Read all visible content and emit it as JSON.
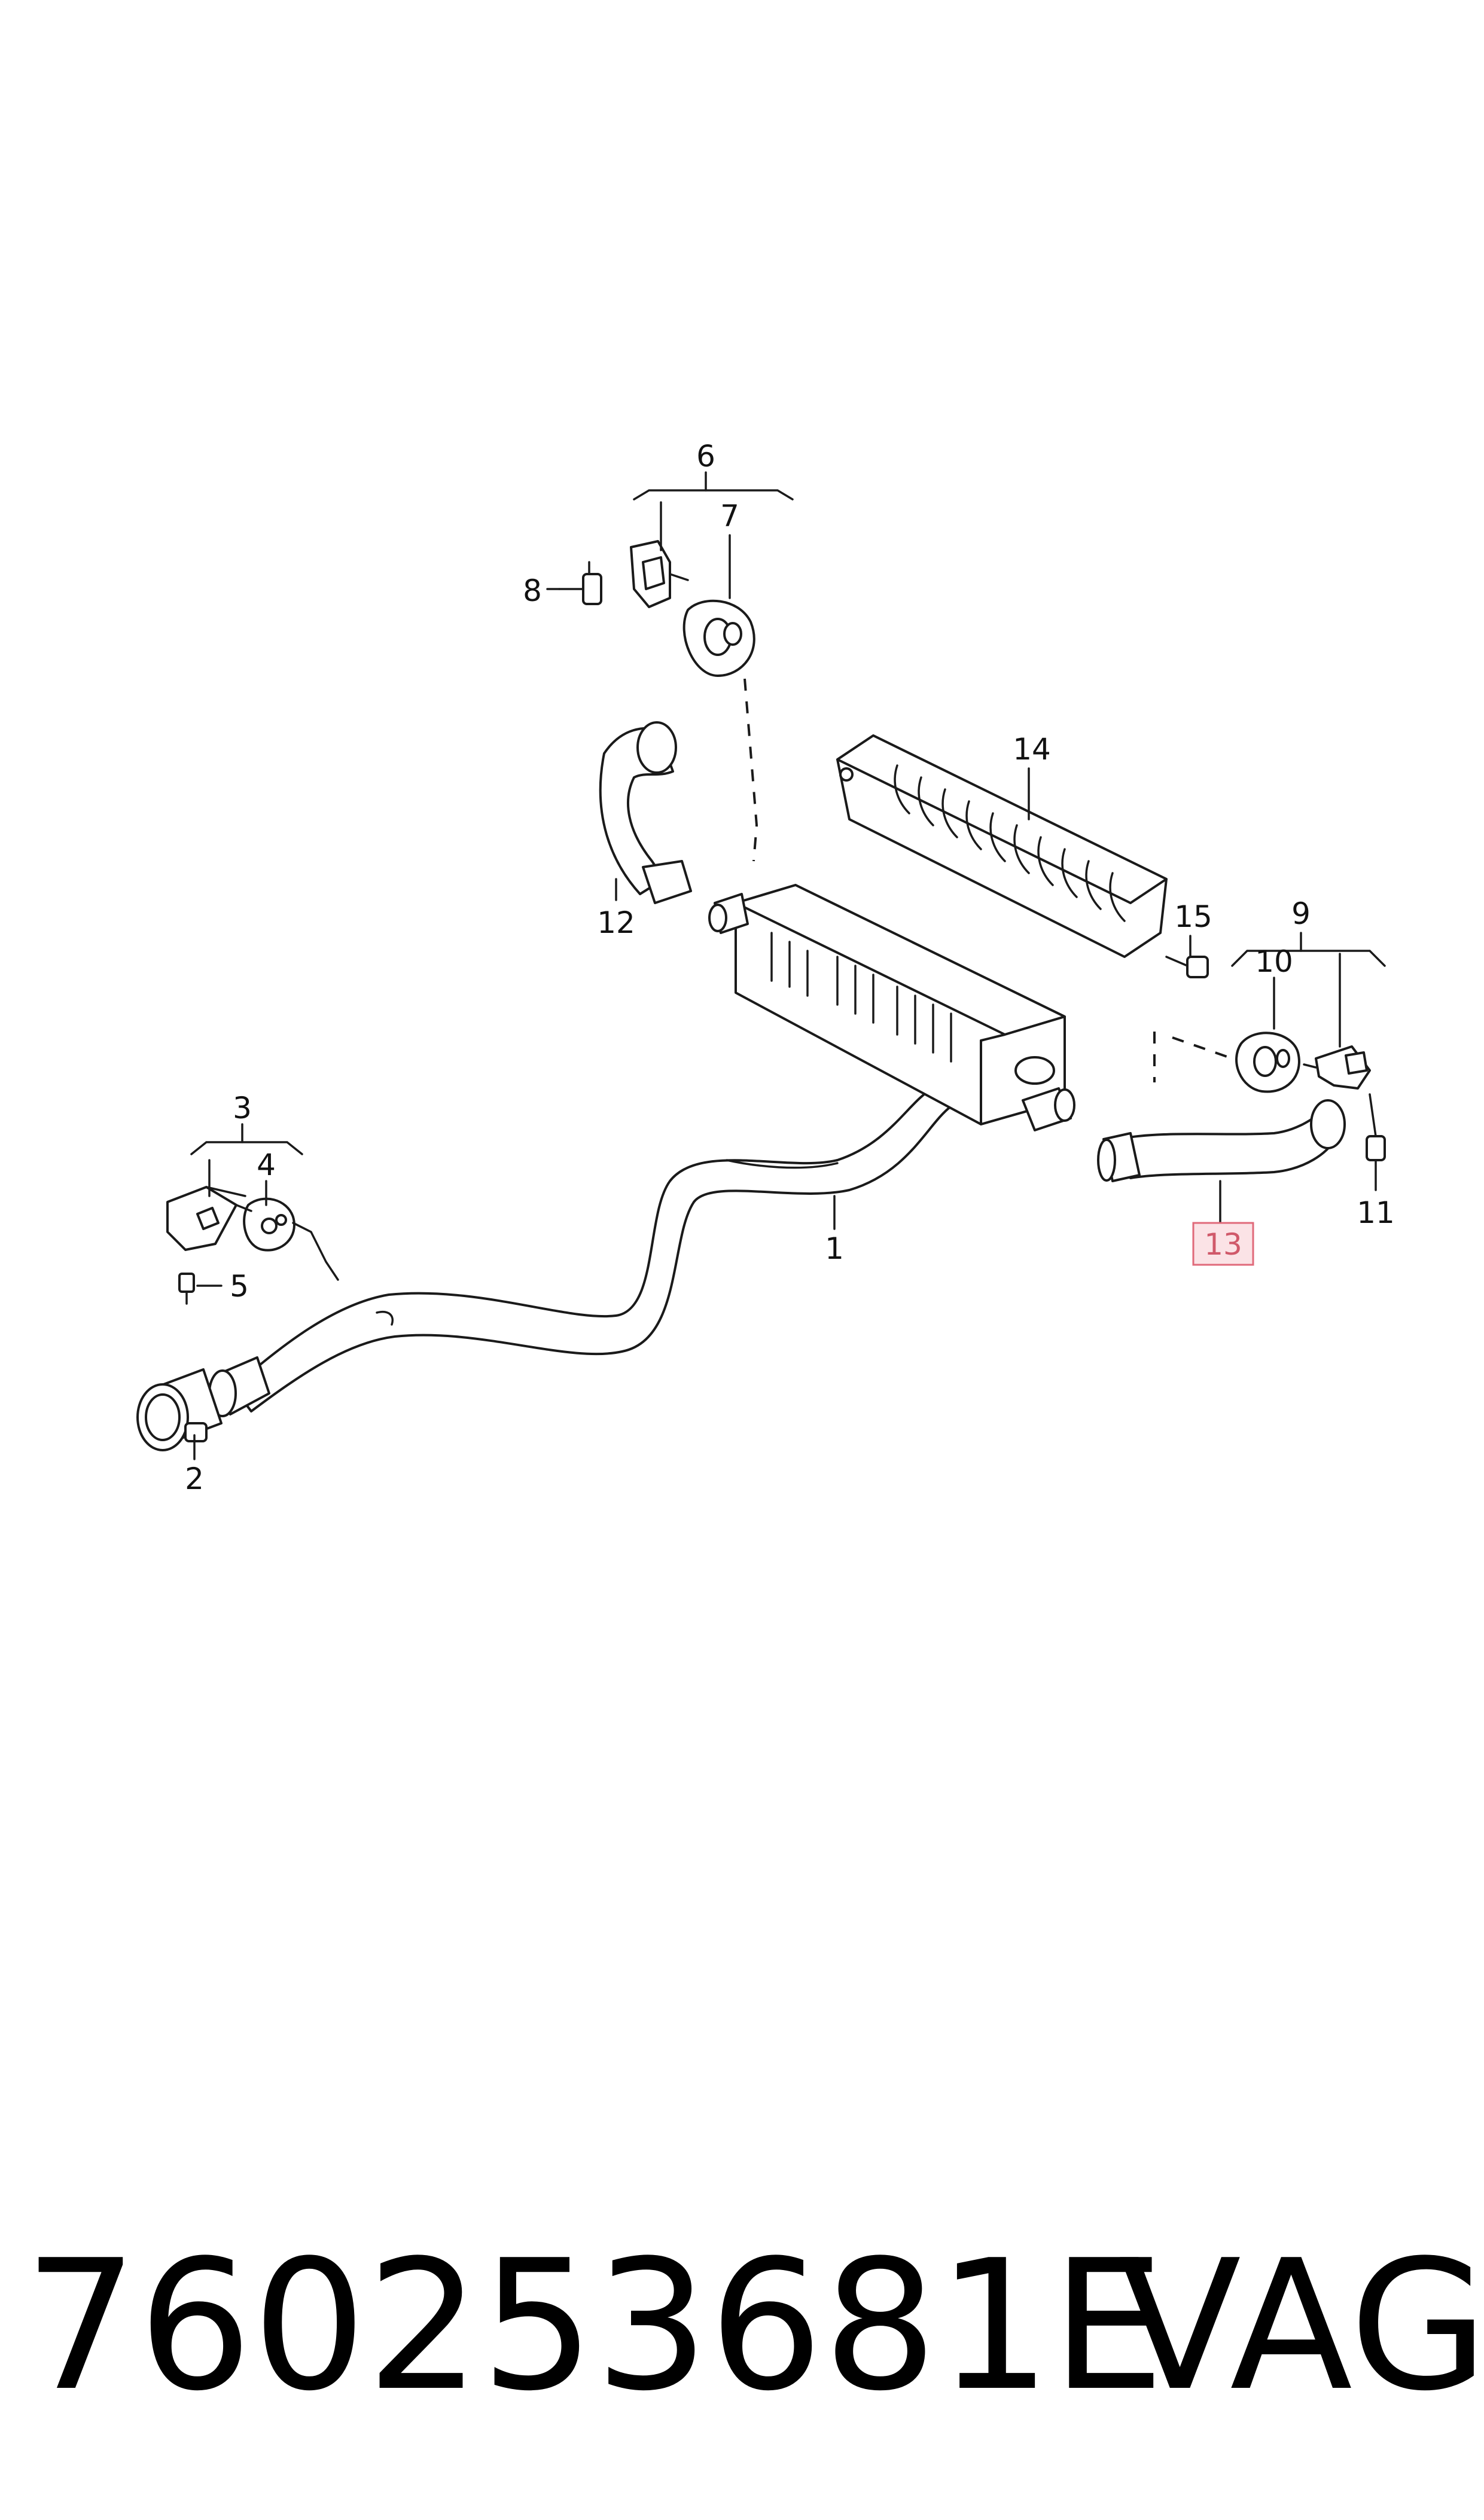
{
  "diagram": {
    "callouts": {
      "c1": "1",
      "c2": "2",
      "c3": "3",
      "c4": "4",
      "c5": "5",
      "c6": "6",
      "c7": "7",
      "c8": "8",
      "c9": "9",
      "c10": "10",
      "c11": "11",
      "c12": "12",
      "c13": "13",
      "c14": "14",
      "c15": "15"
    },
    "highlighted_callout": "13",
    "highlight_color": "#e06a7a"
  },
  "footer": {
    "part_number": "760253681E",
    "brand": "VAG"
  }
}
